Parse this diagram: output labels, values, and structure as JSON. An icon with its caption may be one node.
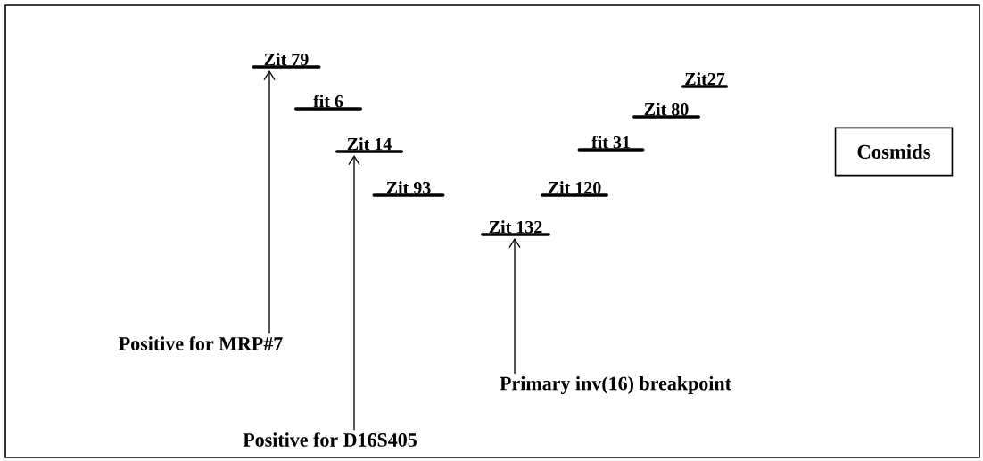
{
  "diagram": {
    "nodes": [
      {
        "text": [
          "Zit 79"
        ]
      },
      {
        "text": [
          "fit 6"
        ]
      },
      {
        "text": [
          "Zit 14"
        ]
      },
      {
        "text": [
          "Zit 93"
        ]
      },
      {
        "text": [
          "Zit 132"
        ]
      },
      {
        "text": [
          "Zit 120"
        ]
      },
      {
        "text": [
          "fit 31"
        ]
      },
      {
        "text": [
          "Zit 80"
        ]
      },
      {
        "text": [
          "Zit27"
        ]
      },
      {
        "text": [
          "Cosmids"
        ]
      },
      {
        "text": [
          "Positive for MRP#7"
        ]
      },
      {
        "text": [
          "Primary inv(16) breakpoint"
        ]
      },
      {
        "text": [
          "Positive for D16S405"
        ]
      }
    ],
    "edges": [
      {
        "from": 10,
        "to": 0,
        "arrow": "to"
      },
      {
        "from": 12,
        "to": 2,
        "arrow": "to"
      },
      {
        "from": 11,
        "to": 4,
        "arrow": "to"
      }
    ]
  }
}
